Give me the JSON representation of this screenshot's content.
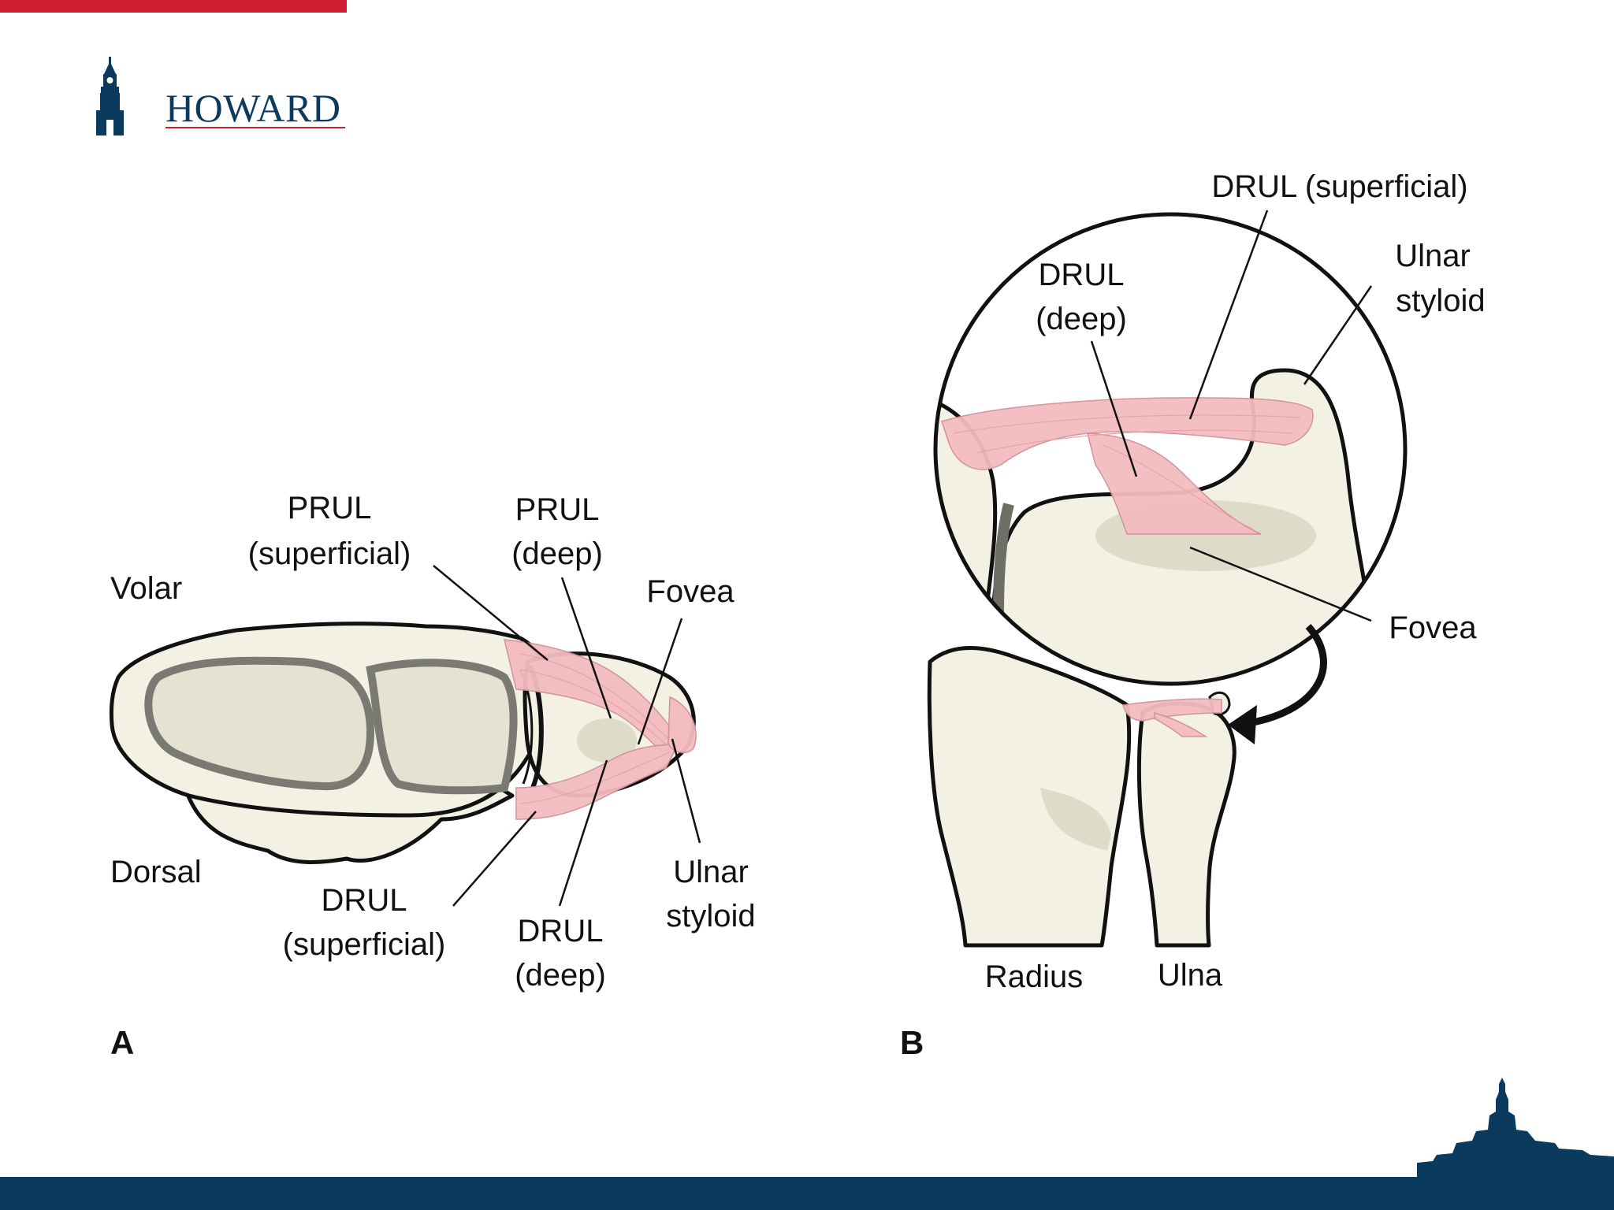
{
  "branding": {
    "name": "HOWARD",
    "colors": {
      "red": "#cf2030",
      "navy": "#0b3a5f"
    }
  },
  "panels": [
    {
      "id": "A",
      "labels": {
        "volar": "Volar",
        "dorsal": "Dorsal",
        "prul_sup": [
          "PRUL",
          "(superficial)"
        ],
        "prul_deep": [
          "PRUL",
          "(deep)"
        ],
        "fovea": "Fovea",
        "drul_sup": [
          "DRUL",
          "(superficial)"
        ],
        "drul_deep": [
          "DRUL",
          "(deep)"
        ],
        "ulnar_styloid": [
          "Ulnar",
          "styloid"
        ]
      }
    },
    {
      "id": "B",
      "labels": {
        "drul_sup": "DRUL (superficial)",
        "drul_deep": [
          "DRUL",
          "(deep)"
        ],
        "ulnar_styloid": [
          "Ulnar",
          "styloid"
        ],
        "fovea": "Fovea",
        "radius": "Radius",
        "ulna": "Ulna"
      }
    }
  ],
  "icons": [
    "clock-tower-icon",
    "campus-skyline-icon"
  ]
}
